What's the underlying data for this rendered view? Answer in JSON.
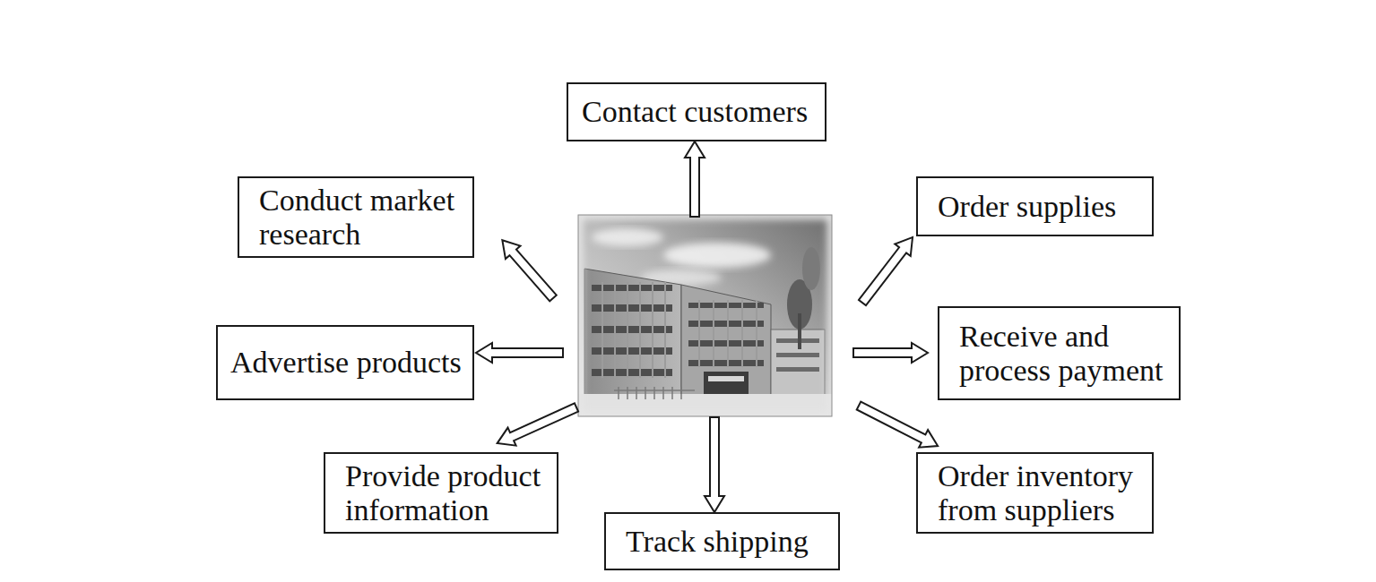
{
  "diagram": {
    "nodes": [
      {
        "text": [
          "Contact customers"
        ]
      },
      {
        "text": [
          "Conduct market research"
        ]
      },
      {
        "text": [
          "Order supplies"
        ]
      },
      {
        "text": [
          "Advertise products"
        ]
      },
      {
        "text": [
          "Receive and process payment"
        ]
      },
      {
        "text": [
          "Provide product information"
        ]
      },
      {
        "text": [
          "Order inventory from suppliers"
        ]
      },
      {
        "text": [
          "Track shipping"
        ]
      }
    ]
  }
}
